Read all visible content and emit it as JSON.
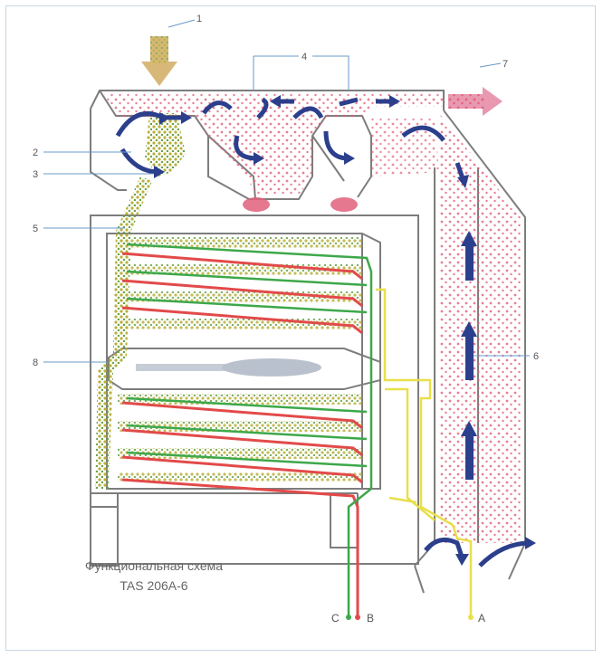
{
  "diagram": {
    "caption_line1": "Функциональная схема",
    "caption_line2": "TAS 206A-6",
    "callouts": {
      "c1": "1",
      "c2": "2",
      "c3": "3",
      "c4": "4",
      "c5": "5",
      "c6": "6",
      "c7": "7",
      "c8": "8"
    },
    "outputs": {
      "a": "A",
      "b": "B",
      "c": "C"
    },
    "colors": {
      "frame": "#7d7d7d",
      "arrow": "#2b3f8c",
      "air_dots": "#e0607a",
      "grain": "#b8b03a",
      "red_line": "#e24a4a",
      "green_line": "#3da84a",
      "yellow_line": "#e8e04a",
      "feed_arrow": "#d8b878",
      "outlet_arrow": "#e898b0"
    },
    "icons": [
      "feed-arrow-icon",
      "air-outlet-arrow-icon",
      "flow-arrow-icon"
    ]
  }
}
